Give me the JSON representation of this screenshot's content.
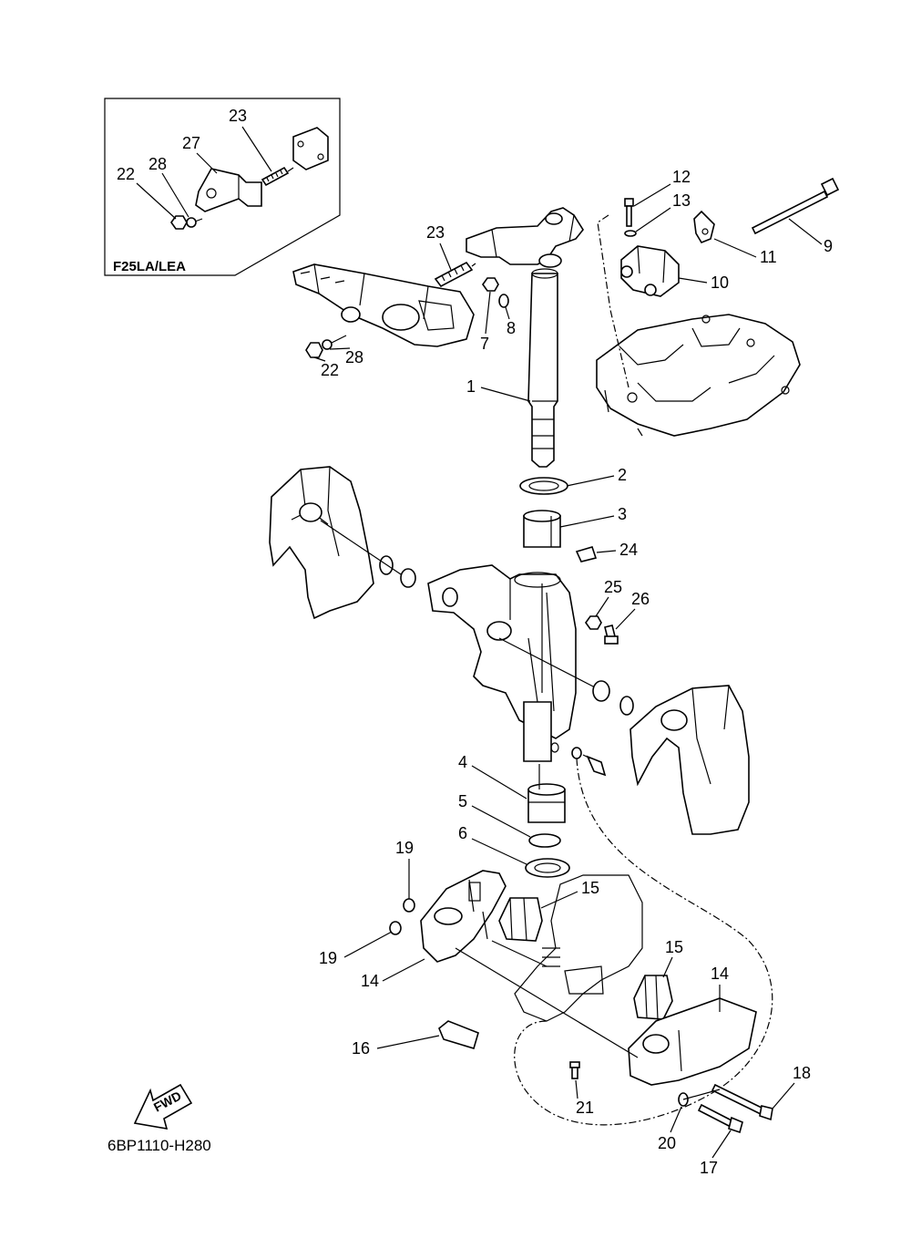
{
  "inset": {
    "model_label": "F25LA/LEA",
    "callouts": {
      "c22": "22",
      "c28": "28",
      "c27": "27",
      "c23": "23"
    }
  },
  "callouts": {
    "c1": "1",
    "c2": "2",
    "c3": "3",
    "c4": "4",
    "c5": "5",
    "c6": "6",
    "c7": "7",
    "c8": "8",
    "c9": "9",
    "c10": "10",
    "c11": "11",
    "c12": "12",
    "c13": "13",
    "c14a": "14",
    "c14b": "14",
    "c15a": "15",
    "c15b": "15",
    "c16": "16",
    "c17": "17",
    "c18": "18",
    "c19a": "19",
    "c19b": "19",
    "c20": "20",
    "c21": "21",
    "c22": "22",
    "c23": "23",
    "c24": "24",
    "c25": "25",
    "c26": "26",
    "c28": "28"
  },
  "fwd_arrow": {
    "label": "FWD"
  },
  "diagram_code": "6BP1110-H280"
}
